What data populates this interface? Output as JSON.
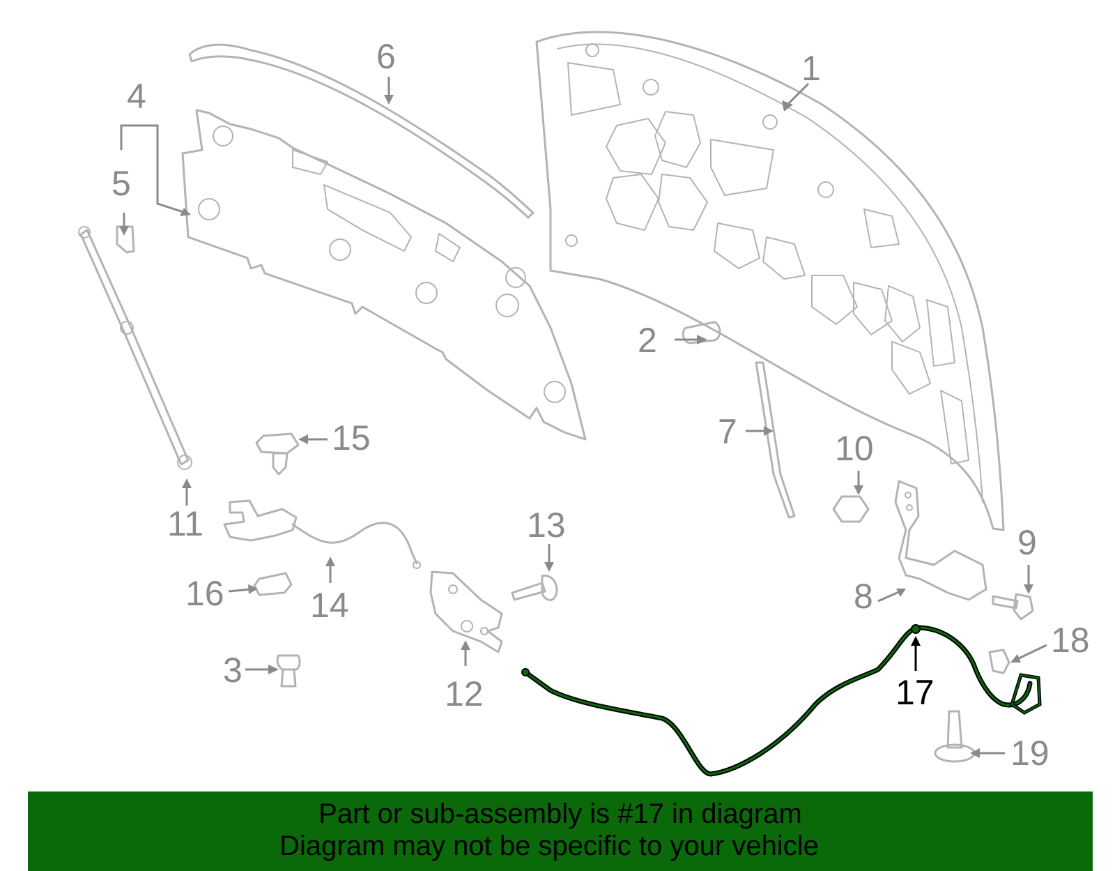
{
  "callouts": {
    "c1": "1",
    "c2": "2",
    "c3": "3",
    "c4": "4",
    "c5": "5",
    "c6": "6",
    "c7": "7",
    "c8": "8",
    "c9": "9",
    "c10": "10",
    "c11": "11",
    "c12": "12",
    "c13": "13",
    "c14": "14",
    "c15": "15",
    "c16": "16",
    "c17": "17",
    "c18": "18",
    "c19": "19"
  },
  "highlight_color": "#0a6a0a",
  "banner": {
    "line1": "Part or sub-assembly is #17 in diagram",
    "line2": "Diagram may not be specific to your vehicle"
  }
}
